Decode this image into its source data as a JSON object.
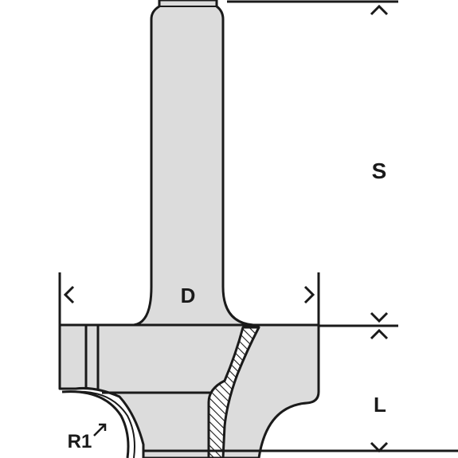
{
  "diagram": {
    "labels": {
      "shank_length": "S",
      "cutting_length": "L",
      "diameter": "D",
      "radius": "R1"
    },
    "colors": {
      "body_fill": "#dcdcdc",
      "outline": "#1a1a1a",
      "background": "#ffffff"
    }
  }
}
